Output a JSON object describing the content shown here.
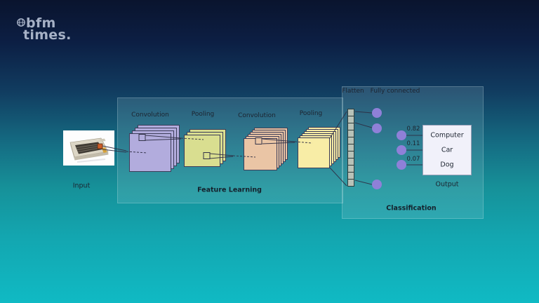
{
  "branding": {
    "logo_line1": "bfm",
    "logo_line2": "times.",
    "logo_color": "#a6b1c6"
  },
  "diagram": {
    "input": {
      "label": "Input",
      "image_desc": "vintage-computer-photo"
    },
    "feature_learning": {
      "title": "Feature Learning",
      "stages": [
        {
          "label": "Convolution",
          "color": "#b2acdd",
          "sheets": 4
        },
        {
          "label": "Pooling",
          "color": "#d9de90",
          "sheets": 3
        },
        {
          "label": "Convolution",
          "color": "#eac5a5",
          "sheets": 6
        },
        {
          "label": "Pooling",
          "color": "#f8eda6",
          "sheets": 6
        }
      ]
    },
    "classification": {
      "title": "Classification",
      "flatten_label": "Flatten",
      "fully_connected_label": "Fully connected",
      "flatten_cells": 11,
      "output_label": "Output",
      "predictions": [
        {
          "class": "Computer",
          "score": "0.82"
        },
        {
          "class": "Car",
          "score": "0.11"
        },
        {
          "class": "Dog",
          "score": "0.07"
        }
      ]
    },
    "colors": {
      "neuron": "#8f80d8",
      "flatten_cell": "#b8c2b8",
      "line": "#2e2e44",
      "receptive_field_marker": "#cc5c28"
    }
  }
}
